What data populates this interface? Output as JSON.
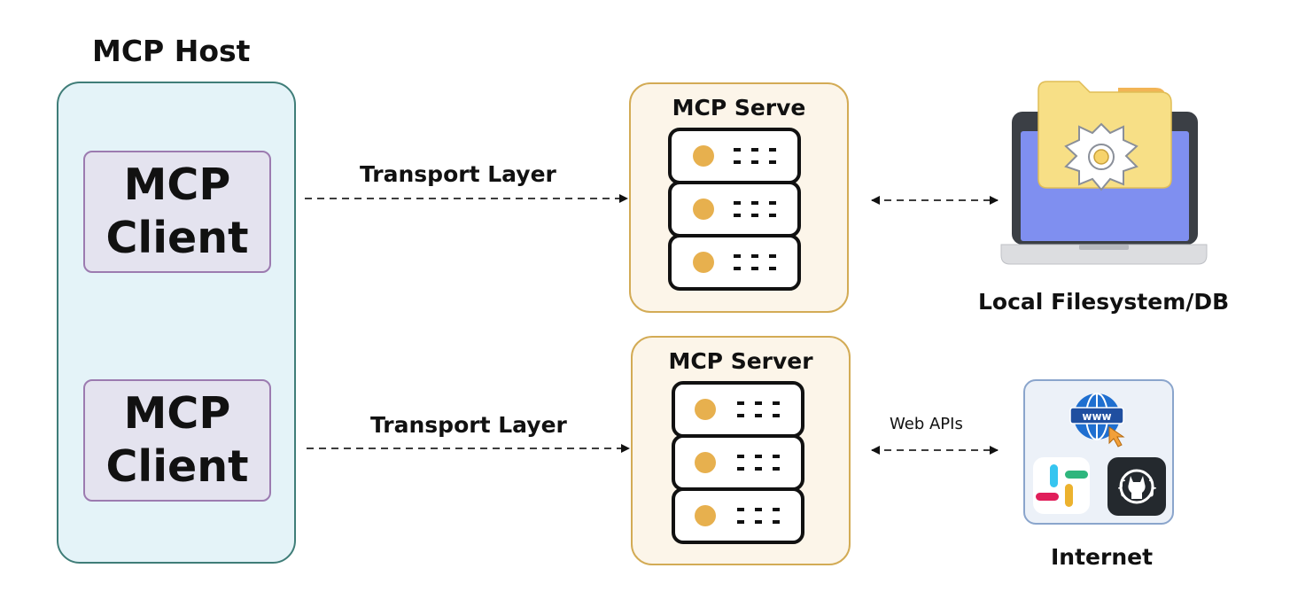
{
  "host": {
    "title": "MCP Host"
  },
  "clients": [
    {
      "label": "MCP\nClient"
    },
    {
      "label": "MCP\nClient"
    }
  ],
  "transport_labels": [
    "Transport Layer",
    "Transport Layer"
  ],
  "servers": [
    {
      "title": "MCP Serve"
    },
    {
      "title": "MCP Server"
    }
  ],
  "web_apis_label": "Web APIs",
  "local_caption": "Local Filesystem/DB",
  "internet_caption": "Internet",
  "colors": {
    "host_fill": "#e4f3f8",
    "host_border": "#3f7d78",
    "client_fill": "#e4e3ef",
    "client_border": "#9c7bb0",
    "server_fill": "#fcf5e9",
    "server_border": "#d3ab55",
    "server_led": "#e7b04e",
    "laptop_screen": "#7f8ff0",
    "folder": "#f7df86",
    "internet_fill": "#ecf1f8",
    "internet_border": "#8aa5cc"
  },
  "icons": [
    "server-rack-icon",
    "laptop-icon",
    "folder-gear-icon",
    "www-globe-icon",
    "slack-icon",
    "github-icon"
  ]
}
